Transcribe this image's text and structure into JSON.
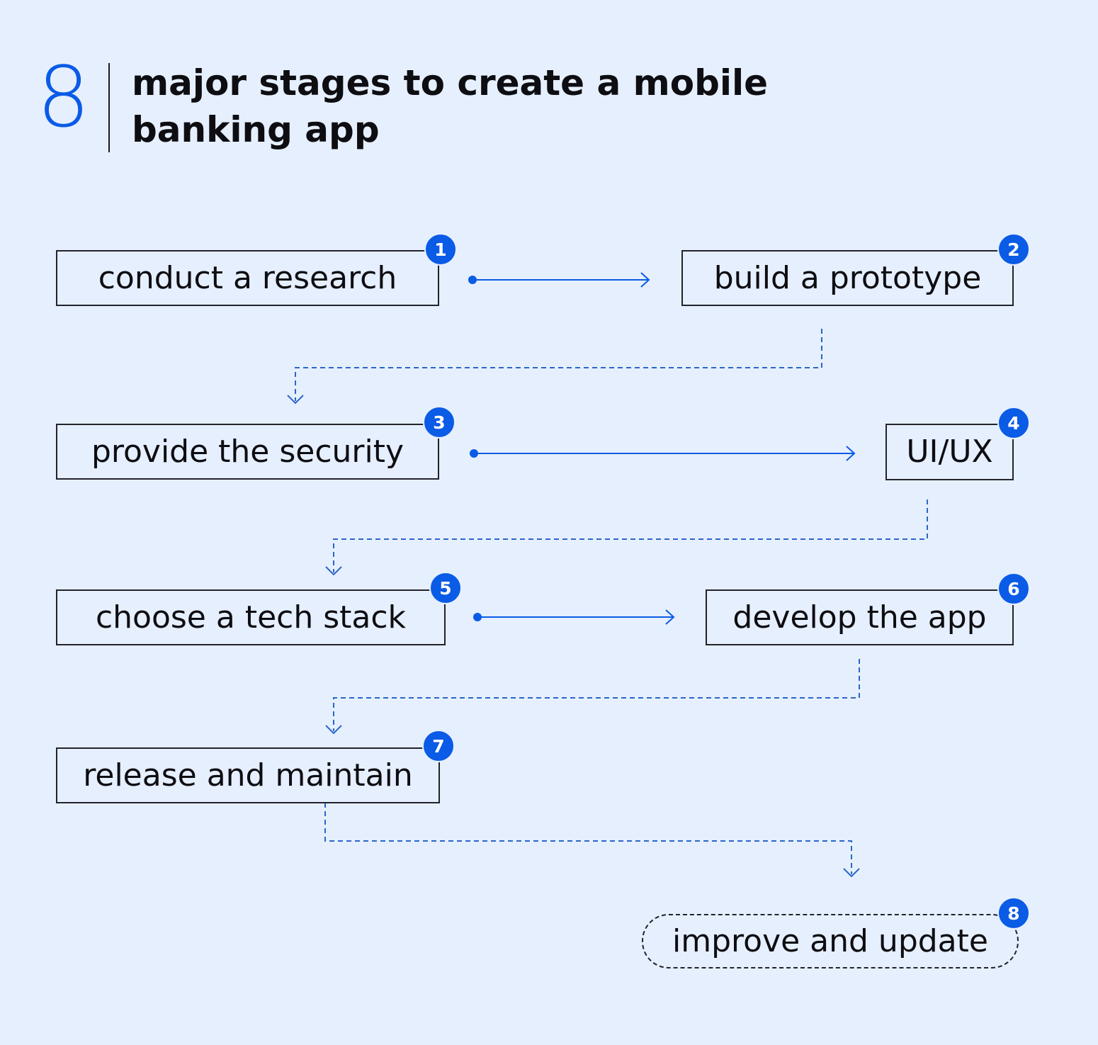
{
  "header": {
    "number": "8",
    "title": "major stages to create a mobile banking app"
  },
  "stages": [
    {
      "num": "1",
      "label": "conduct a research"
    },
    {
      "num": "2",
      "label": "build a prototype"
    },
    {
      "num": "3",
      "label": "provide the security"
    },
    {
      "num": "4",
      "label": "UI/UX"
    },
    {
      "num": "5",
      "label": "choose a tech stack"
    },
    {
      "num": "6",
      "label": "develop the app"
    },
    {
      "num": "7",
      "label": "release and maintain"
    },
    {
      "num": "8",
      "label": "improve and update"
    }
  ],
  "colors": {
    "background": "#e6effd",
    "accent": "#0a5be6",
    "text": "#0d0d12"
  }
}
